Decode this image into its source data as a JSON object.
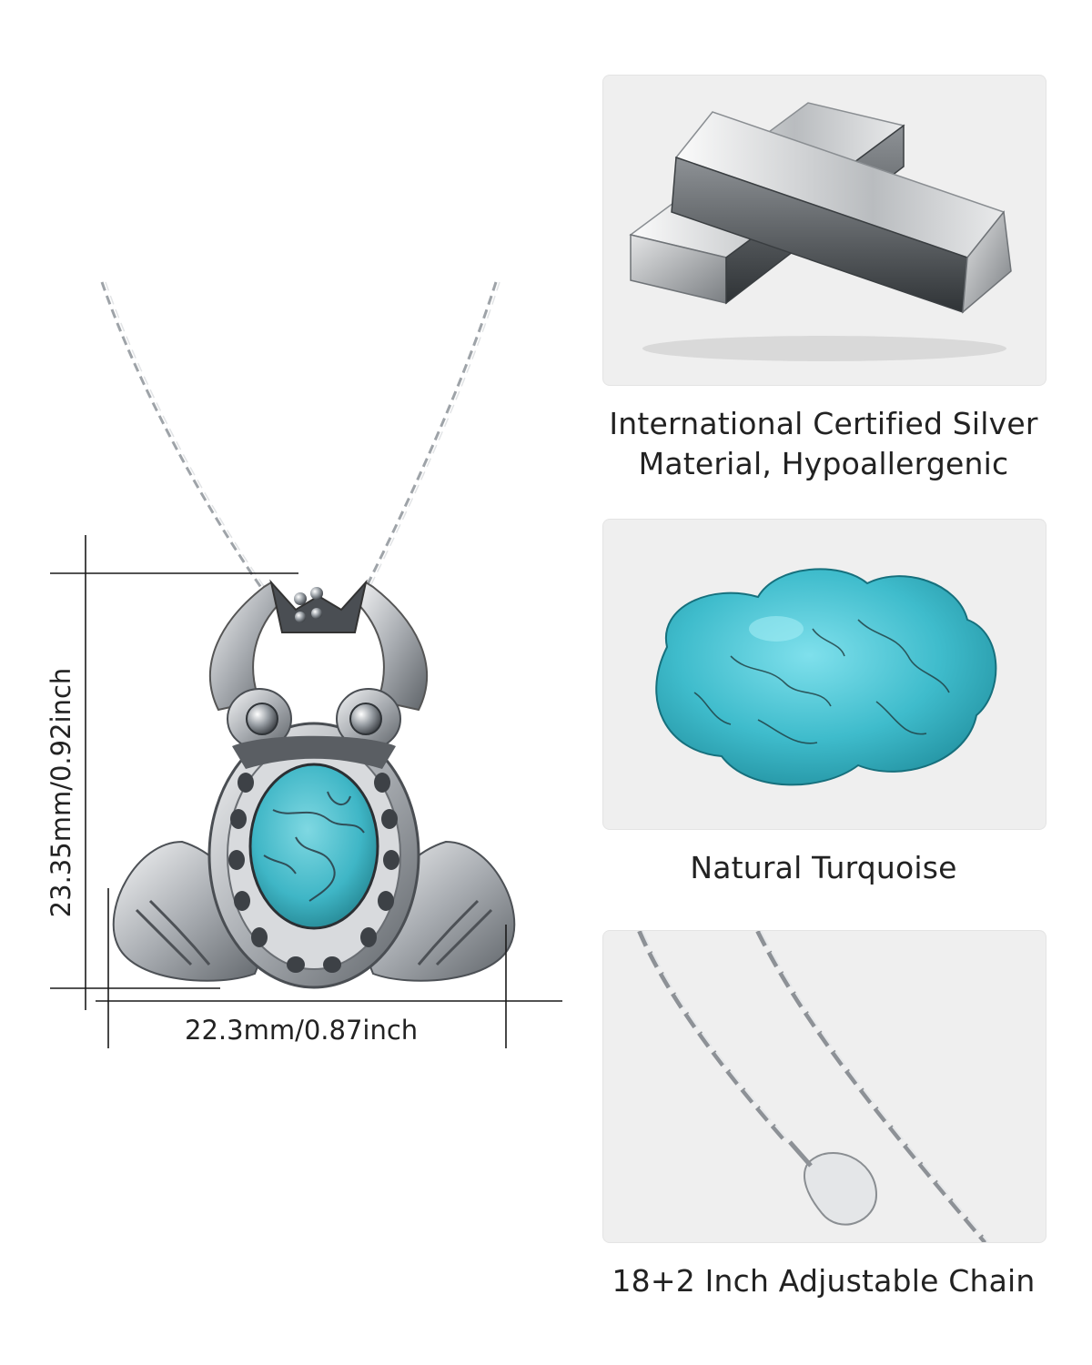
{
  "product": {
    "width_label": "22.3mm/0.87inch",
    "height_label": "23.35mm/0.92inch"
  },
  "features": [
    {
      "caption_line1": "International Certified Silver",
      "caption_line2": "Material, Hypoallergenic"
    },
    {
      "caption_line1": "Natural Turquoise",
      "caption_line2": ""
    },
    {
      "caption_line1": "18+2 Inch Adjustable Chain",
      "caption_line2": ""
    }
  ],
  "colors": {
    "silver": "#c9ccd0",
    "turquoise": "#3fb6c6",
    "card_bg": "#efefef",
    "text": "#222222"
  }
}
